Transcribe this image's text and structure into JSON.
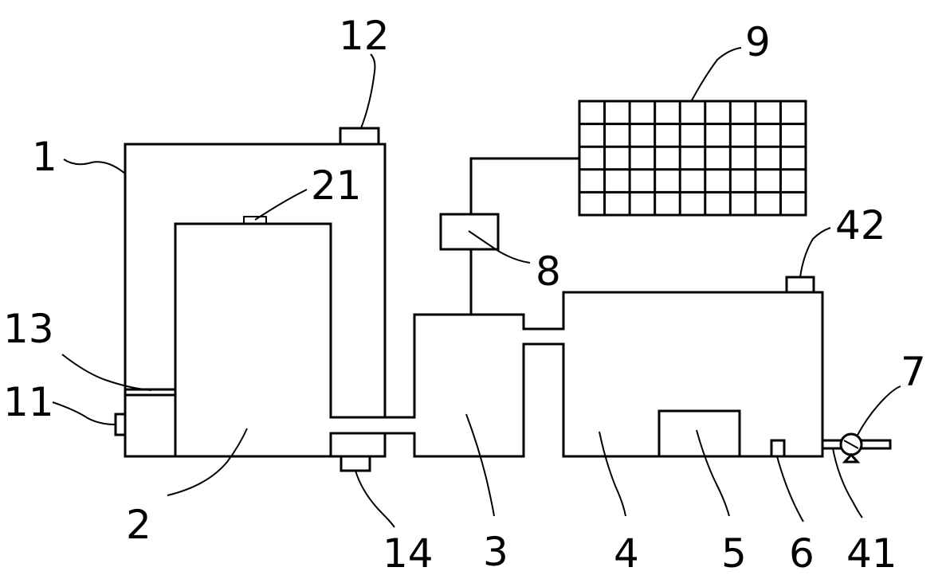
{
  "labels": {
    "l1": "1",
    "l2": "2",
    "l3": "3",
    "l4": "4",
    "l5": "5",
    "l6": "6",
    "l7": "7",
    "l8": "8",
    "l9": "9",
    "l11": "11",
    "l12": "12",
    "l13": "13",
    "l14": "14",
    "l21": "21",
    "l41": "41",
    "l42": "42"
  }
}
